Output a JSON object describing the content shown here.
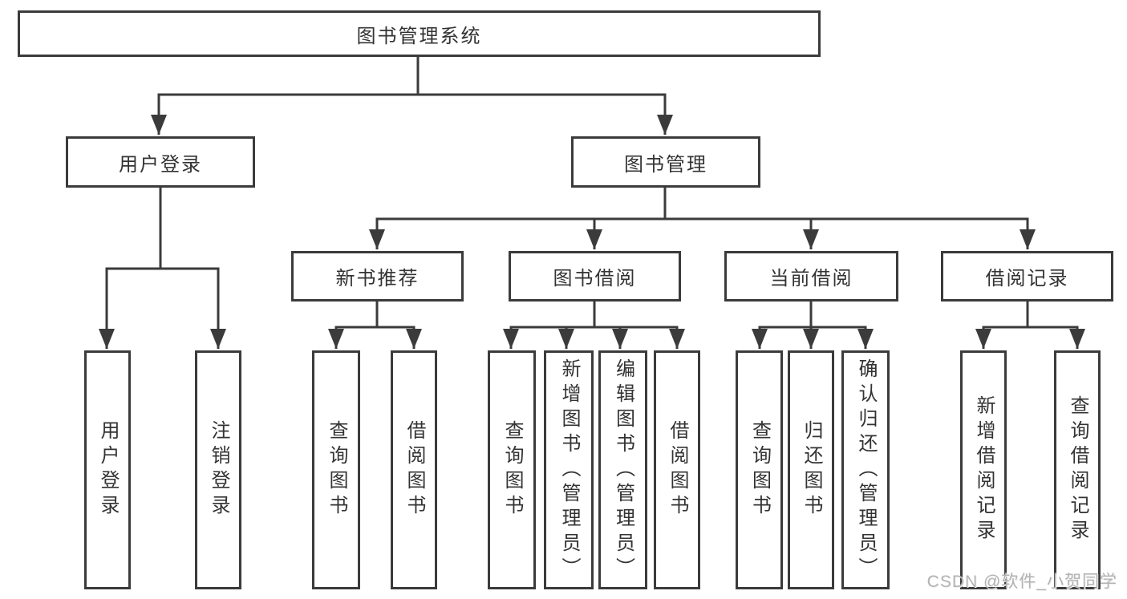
{
  "root": {
    "label": "图书管理系统"
  },
  "level2": {
    "user_login": {
      "label": "用户登录",
      "children": {
        "login": {
          "label": "用户登录"
        },
        "logout": {
          "label": "注销登录"
        }
      }
    },
    "book_management": {
      "label": "图书管理",
      "children": {
        "new_book_recommend": {
          "label": "新书推荐",
          "children": {
            "query_books": {
              "label": "查询图书"
            },
            "borrow_books": {
              "label": "借阅图书"
            }
          }
        },
        "book_borrow": {
          "label": "图书借阅",
          "children": {
            "query_books": {
              "label": "查询图书"
            },
            "add_books_admin": {
              "label": "新增图书（管理员）"
            },
            "edit_books_admin": {
              "label": "编辑图书（管理员）"
            },
            "borrow_books": {
              "label": "借阅图书"
            }
          }
        },
        "current_borrow": {
          "label": "当前借阅",
          "children": {
            "query_books": {
              "label": "查询图书"
            },
            "return_books": {
              "label": "归还图书"
            },
            "confirm_return_admin": {
              "label": "确认归还（管理员）"
            }
          }
        },
        "borrow_records": {
          "label": "借阅记录",
          "children": {
            "add_borrow_record": {
              "label": "新增借阅记录"
            },
            "query_borrow_record": {
              "label": "查询借阅记录"
            }
          }
        }
      }
    }
  },
  "watermark": {
    "text": "CSDN @软件_小贺同学"
  },
  "colors": {
    "line": "#3b3b3b",
    "box_border": "#3b3b3b",
    "text": "#333333",
    "watermark": "#b3b3b3",
    "background": "#ffffff"
  }
}
